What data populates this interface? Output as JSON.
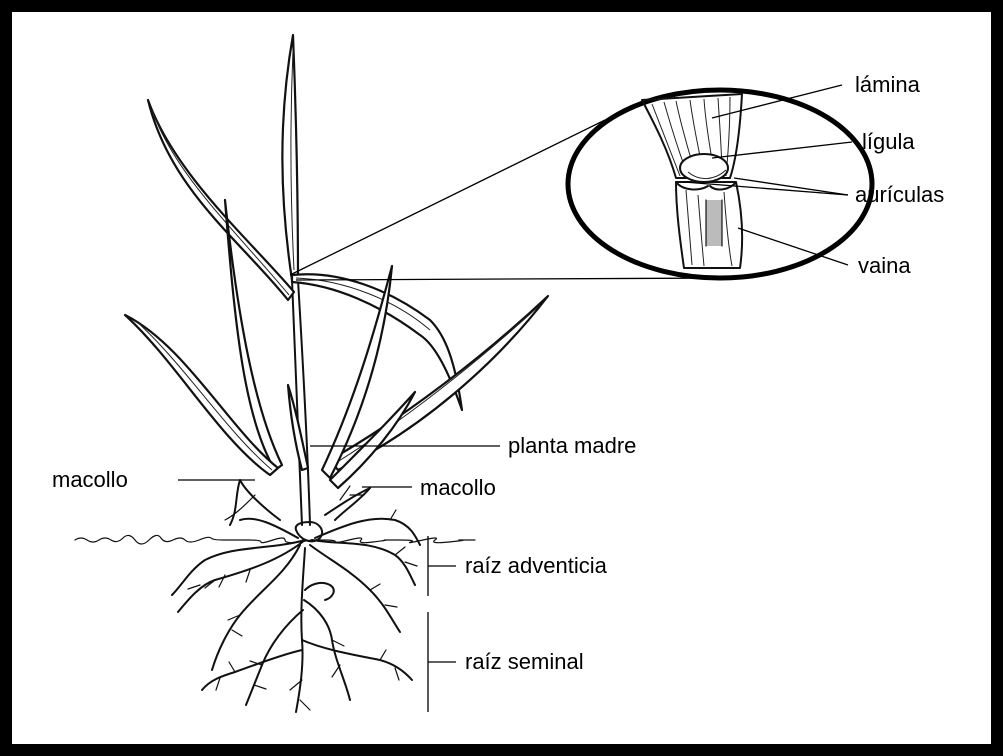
{
  "labels": {
    "lamina": "lámina",
    "ligula": "lígula",
    "auriculas": "aurículas",
    "vaina": "vaina",
    "planta_madre": "planta madre",
    "macollo_left": "macollo",
    "macollo_right": "macollo",
    "raiz_adventicia": "raíz adventicia",
    "raiz_seminal": "raíz seminal"
  }
}
